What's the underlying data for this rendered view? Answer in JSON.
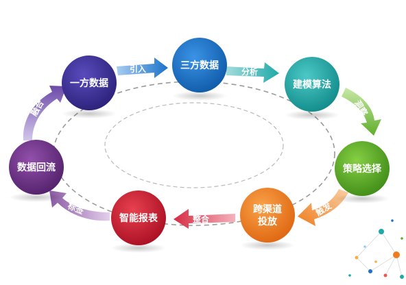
{
  "nodes": [
    {
      "id": "first-party-data",
      "label": "一方数据",
      "color": "#3b2f94"
    },
    {
      "id": "third-party-data",
      "label": "三方数据",
      "color": "#1a72c9"
    },
    {
      "id": "modeling-algorithm",
      "label": "建模算法",
      "color": "#1fa9a8"
    },
    {
      "id": "strategy-selection",
      "label": "策略选择",
      "color": "#5fae2a"
    },
    {
      "id": "cross-channel-placement",
      "label_line1": "跨渠道",
      "label_line2": "投放",
      "color": "#ef7d1f"
    },
    {
      "id": "smart-report",
      "label": "智能报表",
      "color": "#c8182d"
    },
    {
      "id": "data-backflow",
      "label": "数据回流",
      "color": "#6b2e84"
    }
  ],
  "arrows": [
    {
      "id": "import",
      "label": "引入",
      "color": "#1a72c9"
    },
    {
      "id": "analysis",
      "label": "分析",
      "color": "#1fa9a8"
    },
    {
      "id": "insight",
      "label": "洞察",
      "color": "#6cb52c"
    },
    {
      "id": "trigger",
      "label": "触发",
      "color": "#ef7d1f"
    },
    {
      "id": "integrate",
      "label": "整合",
      "color": "#d62b43"
    },
    {
      "id": "tag",
      "label": "标签",
      "color": "#8b5aa3"
    },
    {
      "id": "fuse",
      "label": "融合",
      "color": "#6b4aa8"
    }
  ]
}
